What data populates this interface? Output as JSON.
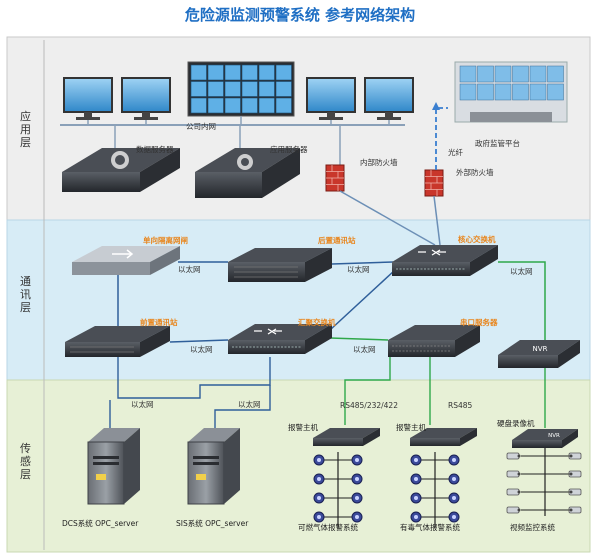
{
  "title": "危险源监测预警系统   参考网络架构",
  "layers": {
    "app": "应用层",
    "comm": "通讯层",
    "sense": "传感层"
  },
  "labels": {
    "company_lan": "公司内网",
    "data_server": "数据服务器",
    "app_server": "应用服务器",
    "internal_fw": "内部防火墙",
    "fiber": "光纤",
    "external_fw": "外部防火墙",
    "gov_platform": "政府监管平台",
    "one_way_gateway": "单向隔离网闸",
    "rear_station": "后置通讯站",
    "core_switch": "核心交换机",
    "front_station": "前置通讯站",
    "agg_switch": "汇聚交换机",
    "serial_server": "串口服务器",
    "nvr": "NVR",
    "eth1": "以太网",
    "eth2": "以太网",
    "eth3": "以太网",
    "eth4": "以太网",
    "eth5": "以太网",
    "eth6": "以太网",
    "eth7": "以太网",
    "rs485_232_422": "RS485/232/422",
    "rs485": "RS485",
    "alarm_host1": "报警主机",
    "alarm_host2": "报警主机",
    "dvr": "硬盘录像机",
    "dcs": "DCS系统 OPC_server",
    "sis": "SIS系统 OPC_server",
    "combustible": "可燃气体报警系统",
    "toxic": "有毒气体报警系统",
    "video": "视频监控系统"
  },
  "colors": {
    "title": "#1f6fc4",
    "orange": "#e8861e",
    "app_bg": "#eeeeee",
    "comm_bg": "#d7ecf6",
    "sense_bg": "#e7f0d6",
    "green_line": "#2fa84a",
    "blue_line": "#3a7fd0"
  }
}
